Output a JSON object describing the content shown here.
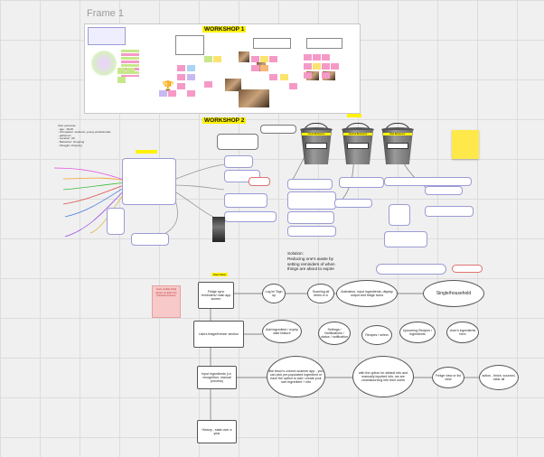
{
  "frame_title": "Frame 1",
  "workshop1": {
    "label": "WORKSHOP 1"
  },
  "workshop2": {
    "label": "WORKSHOP 2"
  },
  "user_personas": {
    "lines": [
      "User personas",
      "- age : 18-30",
      "- Occupation: students, young professionals",
      "- gatherers",
      "- Location: UK",
      "- Behaviour: shopping",
      "- Struggle: shopping"
    ]
  },
  "buckets": [
    {
      "label": "Good Behaviour",
      "tag": ""
    },
    {
      "label": "Neutral Behaviour",
      "tag": ""
    },
    {
      "label": "Bad Behaviour",
      "tag": ""
    }
  ],
  "right_sticky": {
    "text": ""
  },
  "solution": {
    "lines": [
      "Solution:",
      "Reducing one's waste by",
      "setting reminders of when",
      "things are about to expire"
    ]
  },
  "flow_label": "User Flow",
  "user_profile_note": {
    "text": "User profile FAQ about us Edit info Password items"
  },
  "flow": {
    "fridge_sync": "Fridge sync reminders/ main app screen",
    "login": "Log in/ Sign up",
    "scan_note": "Scan/log all items in a",
    "animation": "Animation, input ingredients, display output and fridge icons",
    "single_household": "Single/household",
    "fridge_section": "Users fridge/freezer section",
    "settings": "Settings / Notifications / status / notification",
    "add_ingredient": "Add ingredient / expiry date feature",
    "recipes": "Recipes / select",
    "upcoming": "Upcoming Recipes / ingredients",
    "user_ingredients": "User's ingredients here",
    "input_ingredients": "Input ingredients (i.e. recognition, manual process)",
    "tesco_column": "like tesco's column scanner app - you can pick pre-populated ingredient or have the option to add / create your own ingredient + info",
    "default_info": "with the option for default info and manually inputted info, we are crowdsourcing info from users",
    "fridge_view": "Fridge view or list view",
    "action": "action - finish, sourced, clear all",
    "history": "History - stats over a year"
  }
}
